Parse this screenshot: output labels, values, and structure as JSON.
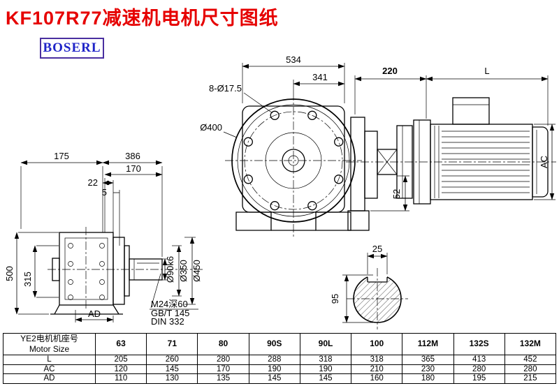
{
  "page": {
    "title": "KF107R77减速机电机尺寸图纸",
    "brand": "BOSERL"
  },
  "front_view": {
    "dim_overall_width": "534",
    "dim_partial_width": "341",
    "dim_bolt_holes": "8-Ø17.5",
    "dim_flange_dia": "Ø400"
  },
  "side_view": {
    "dim_adapter_len": "220",
    "dim_motor_len": "L",
    "dim_motor_dia": "AC",
    "dim_shaft_len": "52"
  },
  "left_view": {
    "dim_width_a": "175",
    "dim_width_b": "386",
    "dim_width_c": "170",
    "dim_width_d": "22",
    "dim_width_e": "5",
    "dim_height_a": "500",
    "dim_height_b": "315",
    "dim_ad": "AD",
    "dim_shaft_dia": "Ø90k6",
    "dim_spigot_dia": "Ø350",
    "dim_flange_dia": "Ø450",
    "note_line1": "M24深60",
    "note_line2": "GB/T 145",
    "note_line3": "DIN 332"
  },
  "section_view": {
    "dim_key_width": "25",
    "dim_shaft_dia": "95"
  },
  "table": {
    "header_cn": "YE2电机机座号",
    "header_en": "Motor Size",
    "col_headers": [
      "63",
      "71",
      "80",
      "90S",
      "90L",
      "100",
      "112M",
      "132S",
      "132M"
    ],
    "rows": [
      {
        "label": "L",
        "values": [
          "205",
          "260",
          "280",
          "288",
          "318",
          "318",
          "365",
          "413",
          "452"
        ]
      },
      {
        "label": "AC",
        "values": [
          "120",
          "145",
          "170",
          "190",
          "190",
          "210",
          "230",
          "280",
          "280"
        ]
      },
      {
        "label": "AD",
        "values": [
          "110",
          "130",
          "135",
          "145",
          "145",
          "160",
          "180",
          "195",
          "215"
        ]
      }
    ]
  }
}
